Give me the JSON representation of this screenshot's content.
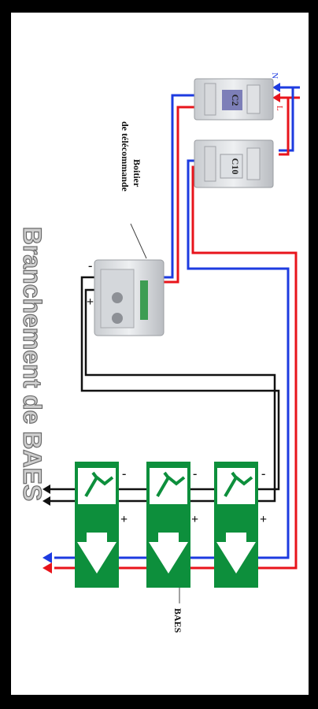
{
  "title": "Branchement de BAES",
  "labels": {
    "boitier_line1": "Boitier",
    "boitier_line2": "de télécommande",
    "baes": "BAES",
    "breaker_c2": "C2",
    "breaker_c10": "C10",
    "n": "N",
    "l": "L",
    "minus": "-",
    "plus": "+"
  },
  "colors": {
    "phase": "#e8141b",
    "neutral": "#1d3be0",
    "control": "#111111",
    "baes_green": "#0d8f3c",
    "title_fill": "#cfcfcf",
    "title_stroke": "#6a6a6a"
  }
}
